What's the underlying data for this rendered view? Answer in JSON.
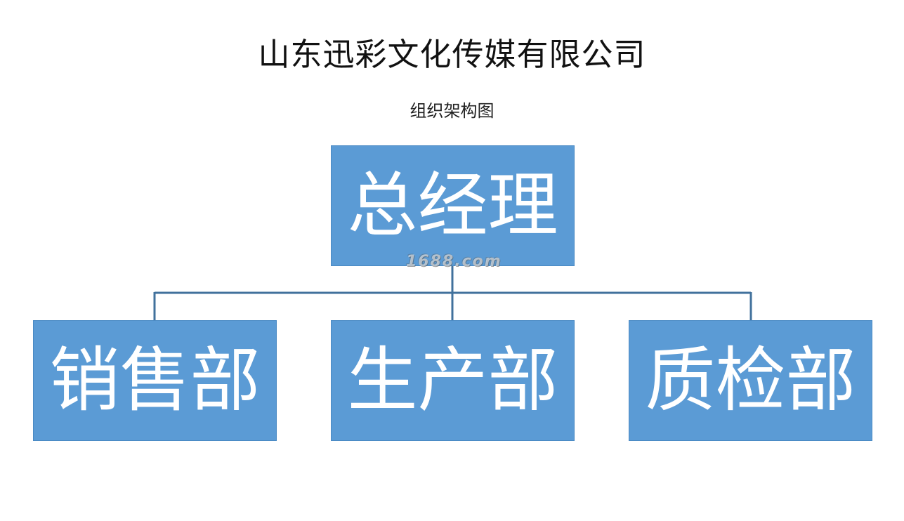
{
  "header": {
    "title": "山东迅彩文化传媒有限公司",
    "subtitle": "组织架构图"
  },
  "org": {
    "root": {
      "label": "总经理"
    },
    "departments": [
      {
        "label": "销售部"
      },
      {
        "label": "生产部"
      },
      {
        "label": "质检部"
      }
    ]
  },
  "watermark": "1688.com",
  "colors": {
    "box_fill": "#5b9bd5",
    "connector": "#41719c",
    "box_text": "#ffffff"
  }
}
